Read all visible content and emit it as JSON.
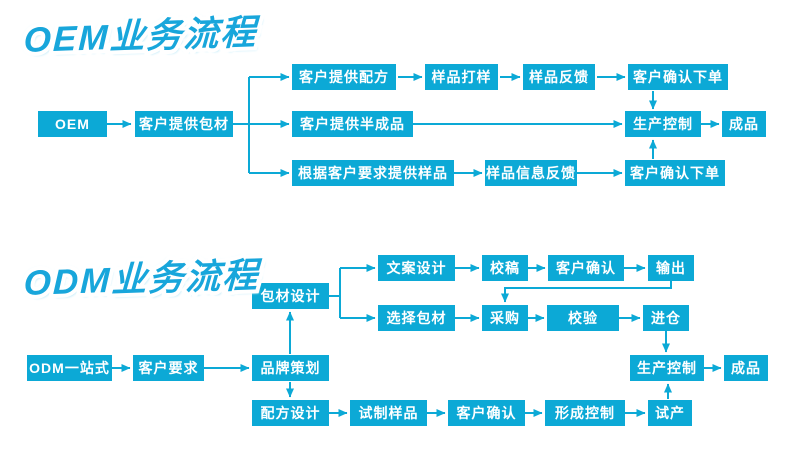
{
  "colors": {
    "box": "#0ca9d6",
    "title": "#18a6db",
    "title_outline": "#ffffff",
    "background": "#ffffff"
  },
  "oem": {
    "title": "OEM业务流程",
    "nodes": {
      "start": "OEM",
      "package": "客户提供包材",
      "formula": "客户提供配方",
      "sample_make": "样品打样",
      "sample_feedback": "样品反馈",
      "confirm_order_top": "客户确认下单",
      "semi_product": "客户提供半成品",
      "production_control": "生产控制",
      "finished": "成品",
      "provide_sample": "根据客户要求提供样品",
      "sample_info_feedback": "样品信息反馈",
      "confirm_order_bottom": "客户确认下单"
    }
  },
  "odm": {
    "title": "ODM业务流程",
    "nodes": {
      "start": "ODM一站式",
      "customer_demand": "客户要求",
      "brand_planning": "品牌策划",
      "package_design": "包材设计",
      "copy_design": "文案设计",
      "proofread": "校稿",
      "client_confirm_top": "客户确认",
      "output": "输出",
      "select_package": "选择包材",
      "purchase": "采购",
      "verify": "校验",
      "warehouse": "进仓",
      "formula_design": "配方设计",
      "trial_sample": "试制样品",
      "client_confirm_bottom": "客户确认",
      "form_control": "形成控制",
      "trial_production": "试产",
      "production_control": "生产控制",
      "finished": "成品"
    }
  }
}
